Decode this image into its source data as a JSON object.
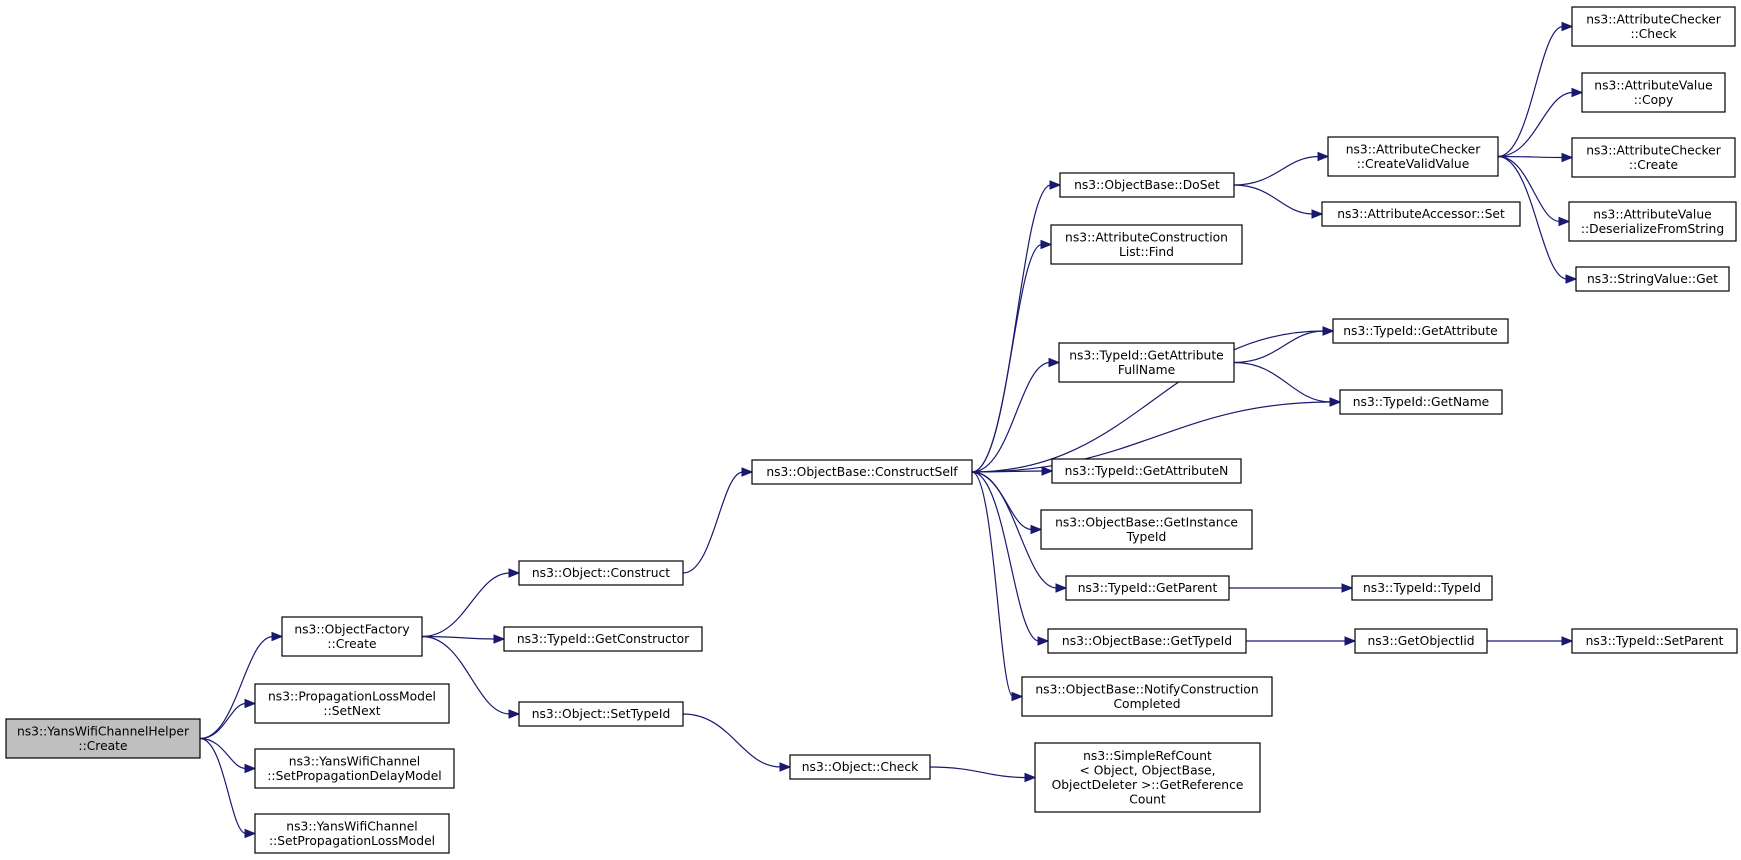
{
  "graph": {
    "kind": "call-graph",
    "colors": {
      "edge": "#191970",
      "node_border": "#000000",
      "root_fill": "#bfbfbf",
      "node_fill": "#ffffff"
    },
    "nodes": [
      {
        "id": "root",
        "lines": [
          "ns3::YansWifiChannelHelper",
          "::Create"
        ],
        "root": true
      },
      {
        "id": "of",
        "lines": [
          "ns3::ObjectFactory",
          "::Create"
        ]
      },
      {
        "id": "pl",
        "lines": [
          "ns3::PropagationLossModel",
          "::SetNext"
        ]
      },
      {
        "id": "spdm",
        "lines": [
          "ns3::YansWifiChannel",
          "::SetPropagationDelayModel"
        ]
      },
      {
        "id": "splm",
        "lines": [
          "ns3::YansWifiChannel",
          "::SetPropagationLossModel"
        ]
      },
      {
        "id": "oc",
        "lines": [
          "ns3::Object::Construct"
        ]
      },
      {
        "id": "gc",
        "lines": [
          "ns3::TypeId::GetConstructor"
        ]
      },
      {
        "id": "st",
        "lines": [
          "ns3::Object::SetTypeId"
        ]
      },
      {
        "id": "cs",
        "lines": [
          "ns3::ObjectBase::ConstructSelf"
        ]
      },
      {
        "id": "chk",
        "lines": [
          "ns3::Object::Check"
        ]
      },
      {
        "id": "src",
        "lines": [
          "ns3::SimpleRefCount",
          "< Object, ObjectBase,",
          " ObjectDeleter >::GetReference",
          "Count"
        ]
      },
      {
        "id": "ds",
        "lines": [
          "ns3::ObjectBase::DoSet"
        ]
      },
      {
        "id": "acf",
        "lines": [
          "ns3::AttributeConstruction",
          "List::Find"
        ]
      },
      {
        "id": "gafn",
        "lines": [
          "ns3::TypeId::GetAttribute",
          "FullName"
        ]
      },
      {
        "id": "gan",
        "lines": [
          "ns3::TypeId::GetAttributeN"
        ]
      },
      {
        "id": "git",
        "lines": [
          "ns3::ObjectBase::GetInstance",
          "TypeId"
        ]
      },
      {
        "id": "gp",
        "lines": [
          "ns3::TypeId::GetParent"
        ]
      },
      {
        "id": "gti",
        "lines": [
          "ns3::ObjectBase::GetTypeId"
        ]
      },
      {
        "id": "nc",
        "lines": [
          "ns3::ObjectBase::NotifyConstruction",
          "Completed"
        ]
      },
      {
        "id": "ccv",
        "lines": [
          "ns3::AttributeChecker",
          "::CreateValidValue"
        ]
      },
      {
        "id": "aas",
        "lines": [
          "ns3::AttributeAccessor::Set"
        ]
      },
      {
        "id": "ga",
        "lines": [
          "ns3::TypeId::GetAttribute"
        ]
      },
      {
        "id": "gn",
        "lines": [
          "ns3::TypeId::GetName"
        ]
      },
      {
        "id": "tid",
        "lines": [
          "ns3::TypeId::TypeId"
        ]
      },
      {
        "id": "goi",
        "lines": [
          "ns3::GetObjectIid"
        ]
      },
      {
        "id": "sp",
        "lines": [
          "ns3::TypeId::SetParent"
        ]
      },
      {
        "id": "achk",
        "lines": [
          "ns3::AttributeChecker",
          "::Check"
        ]
      },
      {
        "id": "avc",
        "lines": [
          "ns3::AttributeValue",
          "::Copy"
        ]
      },
      {
        "id": "acc",
        "lines": [
          "ns3::AttributeChecker",
          "::Create"
        ]
      },
      {
        "id": "avd",
        "lines": [
          "ns3::AttributeValue",
          "::DeserializeFromString"
        ]
      },
      {
        "id": "svg",
        "lines": [
          "ns3::StringValue::Get"
        ]
      }
    ],
    "edges": [
      [
        "root",
        "of"
      ],
      [
        "root",
        "pl"
      ],
      [
        "root",
        "spdm"
      ],
      [
        "root",
        "splm"
      ],
      [
        "of",
        "oc"
      ],
      [
        "of",
        "gc"
      ],
      [
        "of",
        "st"
      ],
      [
        "oc",
        "cs"
      ],
      [
        "st",
        "chk"
      ],
      [
        "chk",
        "src"
      ],
      [
        "cs",
        "ds"
      ],
      [
        "cs",
        "acf"
      ],
      [
        "cs",
        "ga"
      ],
      [
        "cs",
        "gafn"
      ],
      [
        "cs",
        "gn"
      ],
      [
        "cs",
        "gan"
      ],
      [
        "cs",
        "git"
      ],
      [
        "cs",
        "gp"
      ],
      [
        "cs",
        "gti"
      ],
      [
        "cs",
        "nc"
      ],
      [
        "ds",
        "ccv"
      ],
      [
        "ds",
        "aas"
      ],
      [
        "gafn",
        "ga"
      ],
      [
        "gafn",
        "gn"
      ],
      [
        "gp",
        "tid"
      ],
      [
        "gti",
        "goi"
      ],
      [
        "goi",
        "sp"
      ],
      [
        "ccv",
        "achk"
      ],
      [
        "ccv",
        "avc"
      ],
      [
        "ccv",
        "acc"
      ],
      [
        "ccv",
        "avd"
      ],
      [
        "ccv",
        "svg"
      ]
    ]
  }
}
